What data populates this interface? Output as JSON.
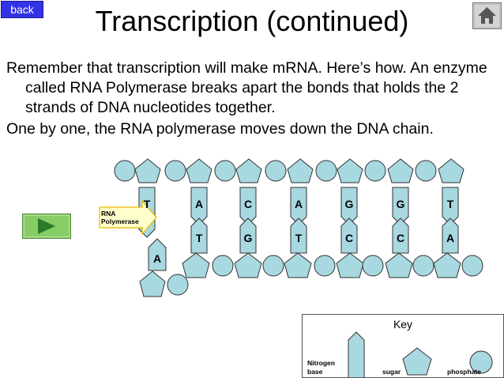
{
  "header": {
    "back_label": "back",
    "title": "Transcription (continued)",
    "home_icon": "home-icon"
  },
  "body": {
    "para1": "Remember that transcription will make mRNA. Here’s how. An enzyme called RNA Polymerase breaks apart the bonds that holds the 2 strands of DNA nucleotides together.",
    "para2": "One by one, the RNA polymerase moves down the DNA chain."
  },
  "controls": {
    "play_icon": "play-icon"
  },
  "diagram": {
    "enzyme_label_line1": "RNA",
    "enzyme_label_line2": "Polymerase",
    "top_bases": [
      "T",
      "A",
      "C",
      "A",
      "G",
      "G",
      "T"
    ],
    "bottom_bases": [
      "T",
      "G",
      "T",
      "C",
      "C",
      "A"
    ],
    "free_base": "A",
    "colors": {
      "shape_fill": "#a8d8e0",
      "shape_stroke": "#333333",
      "enzyme_fill": "#ffffcc",
      "play_fill": "#88cc66",
      "play_arrow": "#2a7a2a",
      "back_fill": "#3333e6"
    }
  },
  "key": {
    "title": "Key",
    "nitrogen_line1": "Nitrogen",
    "nitrogen_line2": "base",
    "sugar": "sugar",
    "phosphate": "phosphate"
  }
}
